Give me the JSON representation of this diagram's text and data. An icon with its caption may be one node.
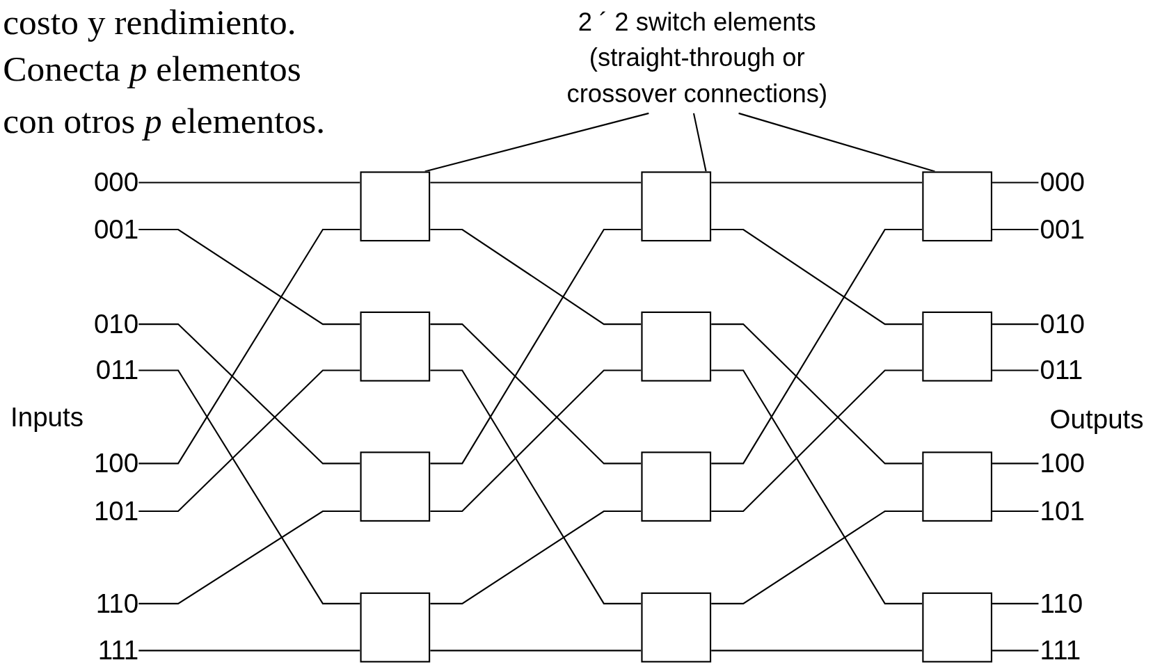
{
  "diagram": {
    "nodes": [
      {
        "text": [
          "2 ´ 2 switch elements (straight-through or crossover connections)"
        ]
      },
      {
        "text": [
          "000"
        ]
      },
      {
        "text": [
          "001"
        ]
      },
      {
        "text": [
          "010"
        ]
      },
      {
        "text": [
          "011"
        ]
      },
      {
        "text": [
          "100"
        ]
      },
      {
        "text": [
          "101"
        ]
      },
      {
        "text": [
          "110"
        ]
      },
      {
        "text": [
          "111"
        ]
      },
      {
        "text": [],
        "shape": "box"
      },
      {
        "text": [],
        "shape": "box"
      },
      {
        "text": [],
        "shape": "box"
      },
      {
        "text": [],
        "shape": "box"
      },
      {
        "text": [],
        "shape": "box"
      },
      {
        "text": [],
        "shape": "box"
      },
      {
        "text": [],
        "shape": "box"
      },
      {
        "text": [],
        "shape": "box"
      },
      {
        "text": [],
        "shape": "box"
      },
      {
        "text": [],
        "shape": "box"
      },
      {
        "text": [],
        "shape": "box"
      },
      {
        "text": [],
        "shape": "box"
      },
      {
        "text": [
          "000"
        ]
      },
      {
        "text": [
          "001"
        ]
      },
      {
        "text": [
          "010"
        ]
      },
      {
        "text": [
          "011"
        ]
      },
      {
        "text": [
          "100"
        ]
      },
      {
        "text": [
          "101"
        ]
      },
      {
        "text": [
          "110"
        ]
      },
      {
        "text": [
          "111"
        ]
      }
    ],
    "edges": [
      {
        "from": 0,
        "to": 9,
        "arrow": "none"
      },
      {
        "from": 0,
        "to": 13,
        "arrow": "none"
      },
      {
        "from": 0,
        "to": 17,
        "arrow": "none"
      },
      {
        "from": 1,
        "to": 9,
        "arrow": "none"
      },
      {
        "from": 2,
        "to": 10,
        "arrow": "none"
      },
      {
        "from": 3,
        "to": 11,
        "arrow": "none"
      },
      {
        "from": 4,
        "to": 12,
        "arrow": "none"
      },
      {
        "from": 5,
        "to": 9,
        "arrow": "none"
      },
      {
        "from": 6,
        "to": 10,
        "arrow": "none"
      },
      {
        "from": 7,
        "to": 11,
        "arrow": "none"
      },
      {
        "from": 8,
        "to": 12,
        "arrow": "none"
      },
      {
        "from": 9,
        "to": 13,
        "arrow": "none"
      },
      {
        "from": 9,
        "to": 14,
        "arrow": "none"
      },
      {
        "from": 10,
        "to": 15,
        "arrow": "none"
      },
      {
        "from": 10,
        "to": 16,
        "arrow": "none"
      },
      {
        "from": 11,
        "to": 13,
        "arrow": "none"
      },
      {
        "from": 11,
        "to": 14,
        "arrow": "none"
      },
      {
        "from": 12,
        "to": 15,
        "arrow": "none"
      },
      {
        "from": 12,
        "to": 16,
        "arrow": "none"
      },
      {
        "from": 13,
        "to": 17,
        "arrow": "none"
      },
      {
        "from": 13,
        "to": 18,
        "arrow": "none"
      },
      {
        "from": 14,
        "to": 19,
        "arrow": "none"
      },
      {
        "from": 14,
        "to": 20,
        "arrow": "none"
      },
      {
        "from": 15,
        "to": 17,
        "arrow": "none"
      },
      {
        "from": 15,
        "to": 18,
        "arrow": "none"
      },
      {
        "from": 16,
        "to": 19,
        "arrow": "none"
      },
      {
        "from": 16,
        "to": 20,
        "arrow": "none"
      },
      {
        "from": 17,
        "to": 21,
        "arrow": "none"
      },
      {
        "from": 17,
        "to": 22,
        "arrow": "none"
      },
      {
        "from": 18,
        "to": 23,
        "arrow": "none"
      },
      {
        "from": 18,
        "to": 24,
        "arrow": "none"
      },
      {
        "from": 19,
        "to": 25,
        "arrow": "none"
      },
      {
        "from": 19,
        "to": 26,
        "arrow": "none"
      },
      {
        "from": 20,
        "to": 27,
        "arrow": "none"
      },
      {
        "from": 20,
        "to": 28,
        "arrow": "none"
      }
    ],
    "labels": [
      "costo y rendimiento.",
      "Conecta *p* elementos",
      "con otros *p* elementos.",
      "Inputs",
      "Outputs"
    ]
  }
}
